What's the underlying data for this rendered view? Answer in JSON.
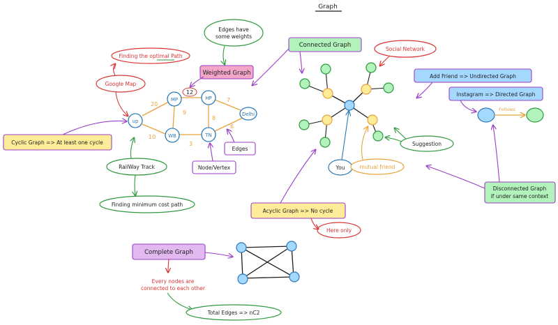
{
  "title": "Graph",
  "colors": {
    "purple": "#9b3fc6",
    "purple_fill": "#e2b8f0",
    "red": "#d93636",
    "green": "#2f9a3f",
    "green_fill": "#b2f2bb",
    "blue": "#2a7ab8",
    "blue_fill": "#a5d8ff",
    "orange": "#e8a33a",
    "yellow_fill": "#ffec99",
    "pink_fill": "#f4a6c8",
    "black": "#1e1e1e"
  },
  "labels": {
    "edges_have_weights_1": "Edges have",
    "edges_have_weights_2": "some weights",
    "finding_optimal": "Finding the optimal Path",
    "google_map": "Google Map",
    "weighted_graph": "Weighted Graph",
    "connected_graph": "Connected Graph",
    "social_network": "Social Network",
    "add_friend": "Add Friend => Undirected Graph",
    "instagram": "Instagram => Directed Graph",
    "follows": "Follows",
    "cyclic_graph": "Cyclic Graph => At least one cycle",
    "railway_track": "RailWay Track",
    "finding_min_cost": "Finding minimum cost path",
    "node_vertex": "Node/Vertex",
    "edges": "Edges",
    "suggestion": "Suggestion",
    "you": "You",
    "mutual_friend": "mutual friend",
    "disconnected_1": "Disconnected Graph",
    "disconnected_2": "if under same context",
    "acyclic_graph": "Acyclic Graph => No cycle",
    "here_only": "Here only",
    "complete_graph": "Complete Graph",
    "every_nodes_1": "Every nodes are",
    "every_nodes_2": "connected to each other",
    "total_edges": "Total Edges => nC2"
  },
  "weighted_nodes": [
    "up",
    "MP",
    "HP",
    "WB",
    "TN",
    "Delhi"
  ],
  "weights": {
    "up_mp": "20",
    "up_wb": "10",
    "mp_wb": "9",
    "mp_hp": "12",
    "hp_delhi": "7",
    "hp_tn": "8",
    "wb_tn": "3",
    "tn_delhi": "6"
  }
}
